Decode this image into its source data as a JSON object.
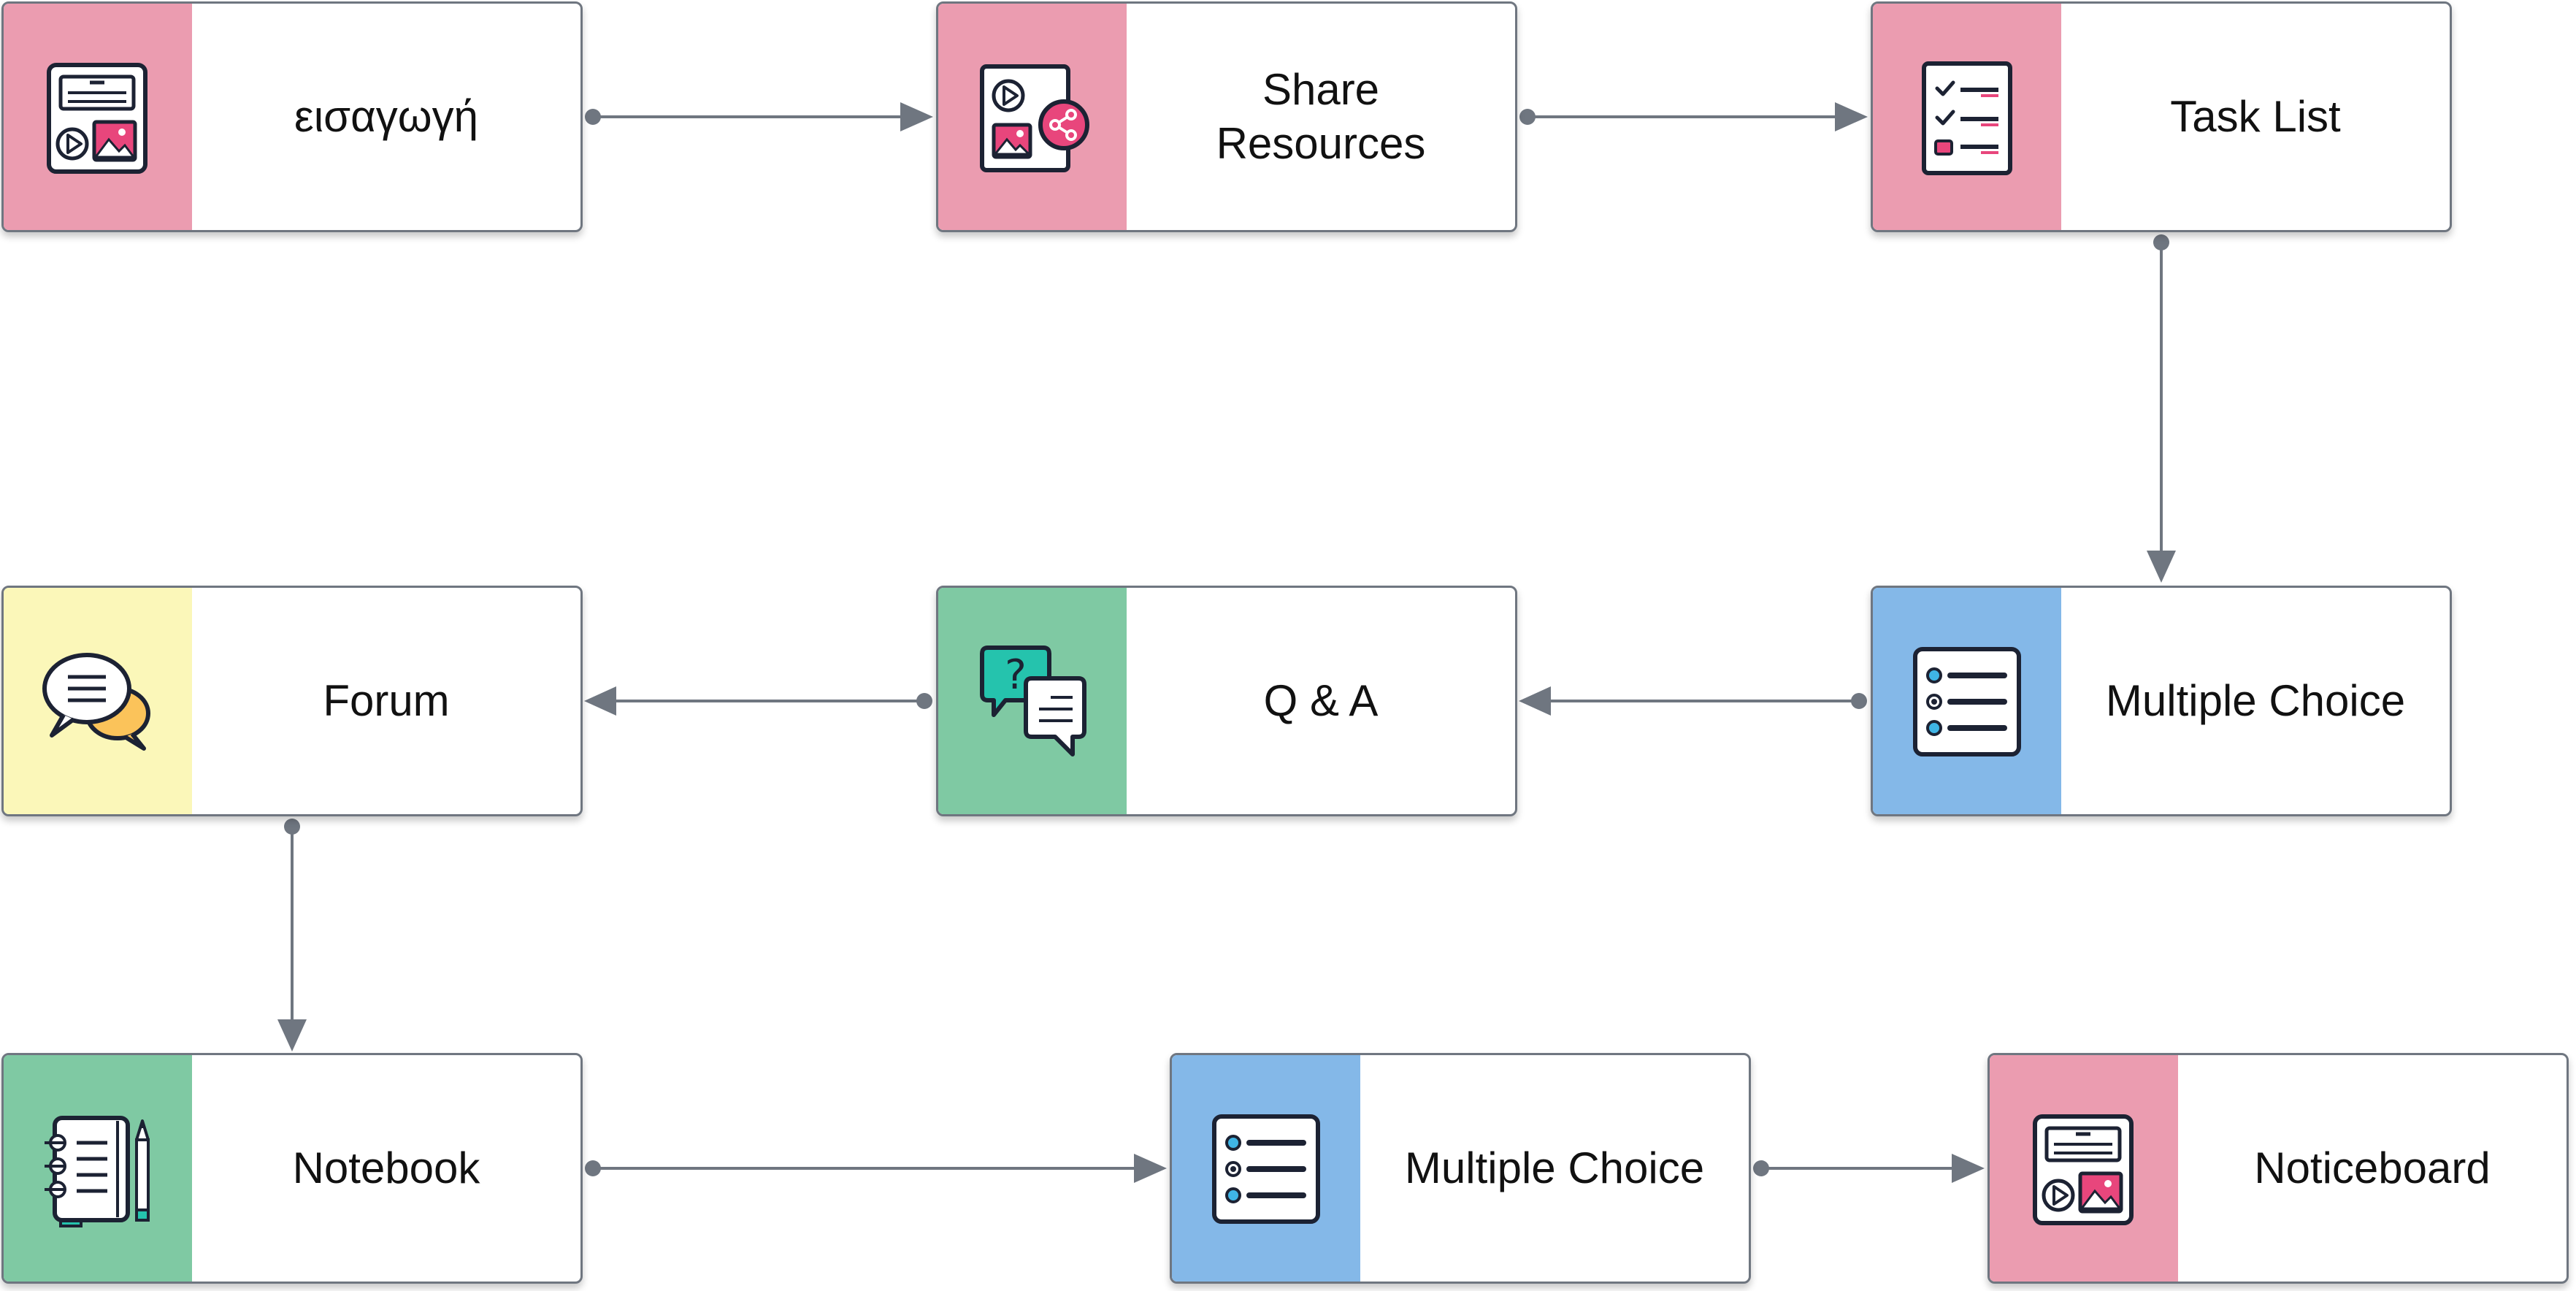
{
  "colors": {
    "pink": "#eb9cb0",
    "blue": "#84b8e8",
    "green": "#7fc9a3",
    "yellow": "#fbf7b9",
    "connector": "#6f7680",
    "accent_pink": "#e8467c",
    "accent_teal": "#25c3ad",
    "accent_cyan": "#3fb5e6",
    "accent_yellow": "#fbc35a",
    "ink": "#1c2233"
  },
  "nodes": [
    {
      "id": "n1",
      "label": "εισαγωγή",
      "color": "pink",
      "icon": "media-page-icon"
    },
    {
      "id": "n2",
      "label": "Share\nResources",
      "color": "pink",
      "icon": "share-resources-icon"
    },
    {
      "id": "n3",
      "label": "Task List",
      "color": "pink",
      "icon": "task-list-icon"
    },
    {
      "id": "n4",
      "label": "Multiple Choice",
      "color": "blue",
      "icon": "multiple-choice-icon"
    },
    {
      "id": "n5",
      "label": "Q & A",
      "color": "green",
      "icon": "question-answer-icon"
    },
    {
      "id": "n6",
      "label": "Forum",
      "color": "yellow",
      "icon": "forum-chat-icon"
    },
    {
      "id": "n7",
      "label": "Notebook",
      "color": "green",
      "icon": "notebook-icon"
    },
    {
      "id": "n8",
      "label": "Multiple Choice",
      "color": "blue",
      "icon": "multiple-choice-icon"
    },
    {
      "id": "n9",
      "label": "Noticeboard",
      "color": "pink",
      "icon": "media-page-icon"
    }
  ],
  "edges": [
    {
      "from": "n1",
      "to": "n2"
    },
    {
      "from": "n2",
      "to": "n3"
    },
    {
      "from": "n3",
      "to": "n4"
    },
    {
      "from": "n4",
      "to": "n5"
    },
    {
      "from": "n5",
      "to": "n6"
    },
    {
      "from": "n6",
      "to": "n7"
    },
    {
      "from": "n7",
      "to": "n8"
    },
    {
      "from": "n8",
      "to": "n9"
    }
  ]
}
